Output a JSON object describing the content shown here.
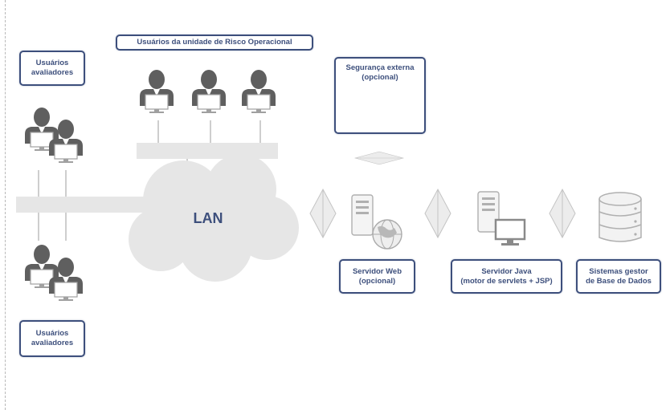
{
  "labels": {
    "evaluators_top": [
      "Usuários",
      "avaliadores"
    ],
    "operational_risk_users": "Usuários da unidade de Risco Operacional",
    "external_security": [
      "Segurança externa",
      "(opcional)"
    ],
    "lan": "LAN",
    "web_server": [
      "Servidor Web",
      "(opcional)"
    ],
    "java_server": [
      "Servidor Java",
      "(motor de servlets + JSP)"
    ],
    "database_system": [
      "Sistemas gestor",
      "de Base de Dados"
    ],
    "evaluators_bottom": [
      "Usuários",
      "avaliadores"
    ]
  },
  "colors": {
    "label_border": "#3d4f7c",
    "label_text": "#3d4f7c",
    "network_fill": "#e6e6e6",
    "person_fill": "#5f5f5f",
    "device_stroke": "#b0b0b0"
  },
  "icons": [
    "user-icon",
    "lock-icon",
    "server-icon",
    "globe-icon",
    "monitor-icon",
    "database-icon",
    "connector-icon"
  ]
}
